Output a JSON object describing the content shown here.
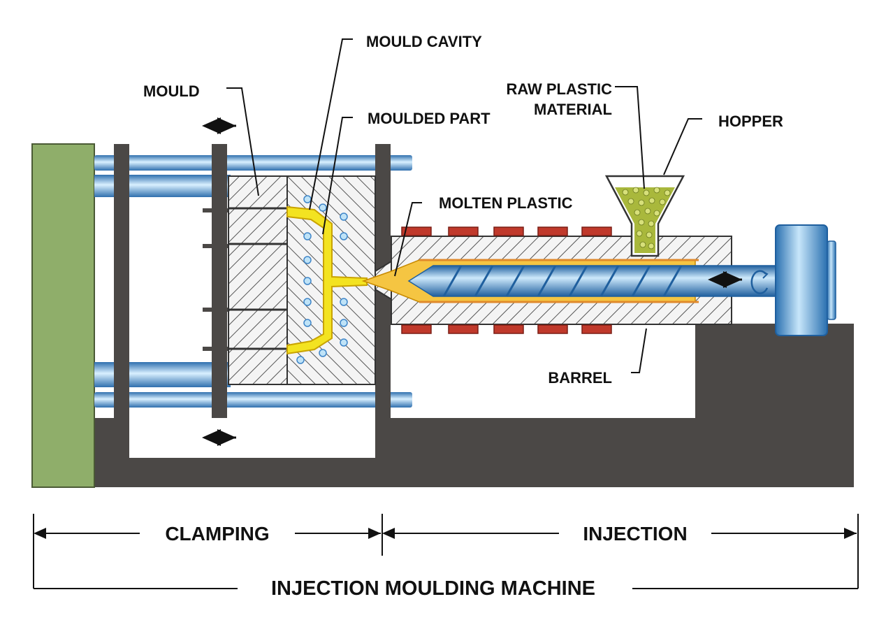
{
  "labels": {
    "mould_cavity": "MOULD CAVITY",
    "mould": "MOULD",
    "moulded_part": "MOULDED PART",
    "raw_plastic_line1": "RAW PLASTIC",
    "raw_plastic_line2": "MATERIAL",
    "hopper": "HOPPER",
    "molten_plastic": "MOLTEN PLASTIC",
    "barrel": "BARREL",
    "clamping": "CLAMPING",
    "injection": "INJECTION",
    "machine": "INJECTION MOULDING MACHINE"
  },
  "colors": {
    "frame": "#4b4846",
    "end_plate": "#8fae6a",
    "rod_blue": "#3f86c9",
    "rod_light": "#d4ecfb",
    "plastic_yellow": "#f3e321",
    "molten": "#f5c542",
    "heater_red": "#c0392b",
    "pellet_green": "#a9b83c"
  },
  "icons": {
    "clamp_motion_top": "double-arrow-horizontal",
    "clamp_motion_bottom": "double-arrow-horizontal",
    "screw_motion": "double-arrow-horizontal",
    "screw_rotation": "rotation-arrow"
  }
}
